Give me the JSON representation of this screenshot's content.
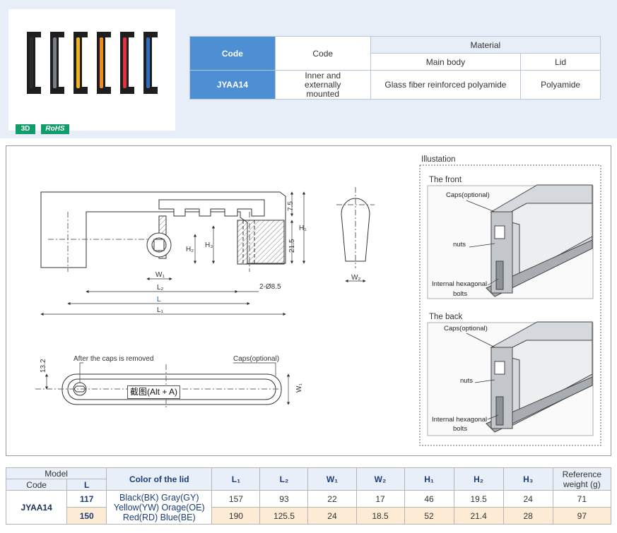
{
  "badges": {
    "three_d": "3D",
    "rohs": "RoHS"
  },
  "handle_colors": [
    "#2b2b2b",
    "#7a7f85",
    "#f2b51f",
    "#ef8d1c",
    "#e1323f",
    "#2f6fc1"
  ],
  "material_table": {
    "header_code": "Code",
    "header_code2": "Code",
    "header_material": "Material",
    "header_main_body": "Main body",
    "header_lid": "Lid",
    "row_code": "JYAA14",
    "row_mount": "Inner and externally mounted",
    "row_main_body": "Glass fiber reinforced polyamide",
    "row_lid": "Polyamide"
  },
  "drawing": {
    "dims": {
      "d7_5": "7.5",
      "h1": "H₁",
      "d21_5": "21.5",
      "h2": "H₂",
      "h3": "H₃",
      "w1": "W₁",
      "l2": "L₂",
      "l": "L",
      "l1": "L₁",
      "hole": "2-Ø8.5",
      "w2": "W₂",
      "d13_2": "13.2",
      "w1b": "W₁"
    },
    "after_caps_removed": "After the caps is removed",
    "caps_optional": "Caps(optional)",
    "illustration": {
      "title": "Illustation",
      "front": "The front",
      "back": "The back",
      "caps": "Caps(optional)",
      "nuts": "nuts",
      "bolts_1": "Internal hexagonal",
      "bolts_2": "bolts"
    },
    "tooltip": "截图(Alt + A)"
  },
  "spec_table": {
    "header_model": "Model",
    "header_code": "Code",
    "header_l": "L",
    "header_color": "Color of the lid",
    "header_l1": "L₁",
    "header_l2": "L₂",
    "header_w1": "W₁",
    "header_w2": "W₂",
    "header_h1": "H₁",
    "header_h2": "H₂",
    "header_h3": "H₃",
    "header_weight_1": "Reference",
    "header_weight_2": "weight (g)",
    "code": "JYAA14",
    "colors_line1": "Black(BK)  Gray(GY)",
    "colors_line2": "Yellow(YW)  Orage(OE)",
    "colors_line3": "Red(RD)  Blue(BE)",
    "rows": [
      {
        "l": "117",
        "l1": "157",
        "l2": "93",
        "w1": "22",
        "w2": "17",
        "h1": "46",
        "h2": "19.5",
        "h3": "24",
        "weight": "71"
      },
      {
        "l": "150",
        "l1": "190",
        "l2": "125.5",
        "w1": "24",
        "w2": "18.5",
        "h1": "52",
        "h2": "21.4",
        "h3": "28",
        "weight": "97"
      }
    ]
  }
}
